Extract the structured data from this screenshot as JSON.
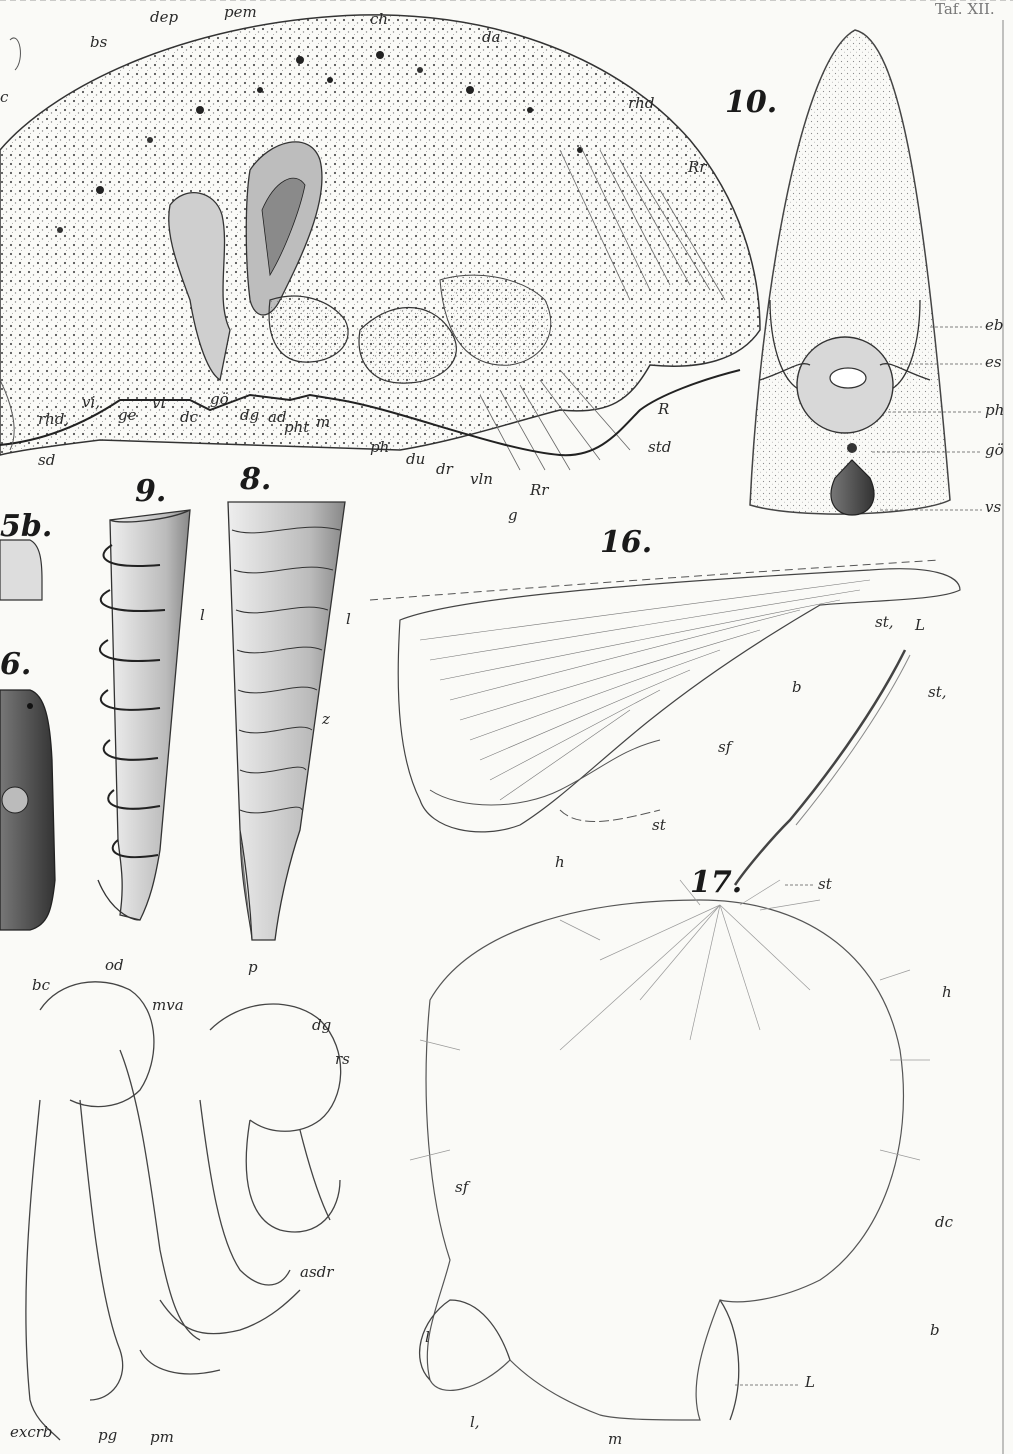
{
  "plate": {
    "header_fragment": "Taf. XII."
  },
  "figures": [
    {
      "id": "fig8",
      "number": "8."
    },
    {
      "id": "fig9",
      "number": "9."
    },
    {
      "id": "fig10",
      "number": "10."
    },
    {
      "id": "fig16",
      "number": "16."
    },
    {
      "id": "fig17",
      "number": "17."
    },
    {
      "id": "fig5b",
      "number": "5b."
    },
    {
      "id": "fig6",
      "number": "6."
    }
  ],
  "labels": {
    "fig7": [
      "bs",
      "dep",
      "pem",
      "ch",
      "da",
      "rhd",
      "Rr",
      "c",
      "vi,",
      "rhd,",
      "ge",
      "vi",
      "dc",
      "gö",
      "dg",
      "ad",
      "pht",
      "m",
      "ph",
      "du",
      "dr",
      "vln",
      "g",
      "Rr",
      "R",
      "std",
      "sd"
    ],
    "fig10": [
      "eb",
      "es",
      "ph",
      "gö",
      "vs"
    ],
    "fig9": [
      "l"
    ],
    "fig8": [
      "l",
      "z",
      "p"
    ],
    "fig16": [
      "L",
      "st,",
      "st,",
      "b",
      "sf",
      "st",
      "h"
    ],
    "fig17": [
      "st",
      "h",
      "sf",
      "dc",
      "b",
      "l",
      "L",
      "l,",
      "m"
    ],
    "bottom_left": [
      "bc",
      "od",
      "mva",
      "dg",
      "rs",
      "asdr",
      "excrb",
      "pg",
      "pm"
    ]
  },
  "colors": {
    "paper": "#fafaf7",
    "ink": "#2a2a2a",
    "tissue": "#9a9a9a",
    "dark_spot": "#222222"
  }
}
